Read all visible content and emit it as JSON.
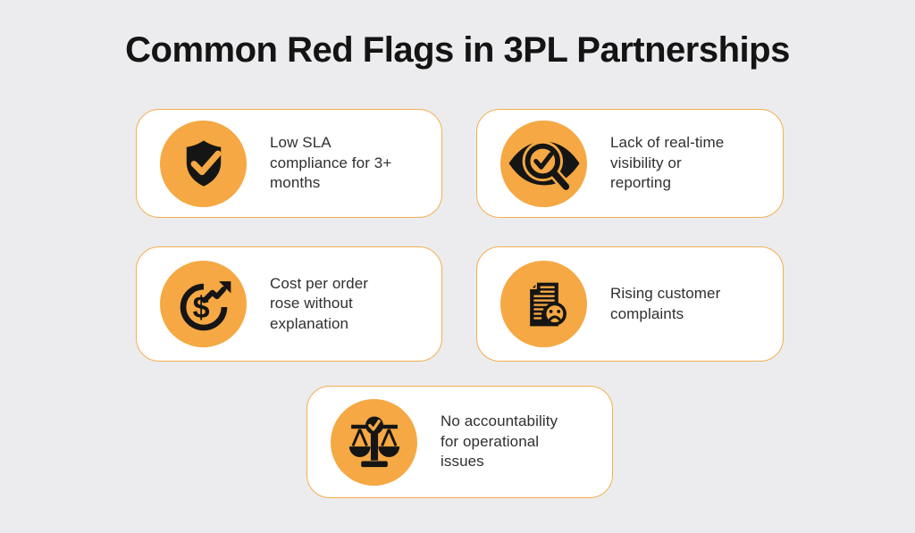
{
  "page": {
    "title": "Common Red Flags in 3PL Partnerships",
    "background": "#ECECEE",
    "title_color": "#141414"
  },
  "colors": {
    "accent_orange": "#F5A843",
    "card_border": "#F6AE4F",
    "card_background": "#FFFFFF",
    "icon_black": "#151515",
    "body_text": "#2F2F2F"
  },
  "cards": [
    {
      "id": "low-sla-compliance",
      "icon": "shield-check-icon",
      "text": "Low SLA\ncompliance for 3+\nmonths"
    },
    {
      "id": "lack-of-visibility",
      "icon": "eye-magnifier-check-icon",
      "text": "Lack of real-time\nvisibility or\nreporting"
    },
    {
      "id": "cost-per-order",
      "icon": "rising-cost-dollar-icon",
      "text": "Cost per order\nrose without\nexplanation"
    },
    {
      "id": "customer-complaints",
      "icon": "document-sad-face-icon",
      "text": "Rising customer\ncomplaints"
    },
    {
      "id": "no-accountability",
      "icon": "scales-check-icon",
      "text": "No accountability\nfor operational\nissues"
    }
  ]
}
